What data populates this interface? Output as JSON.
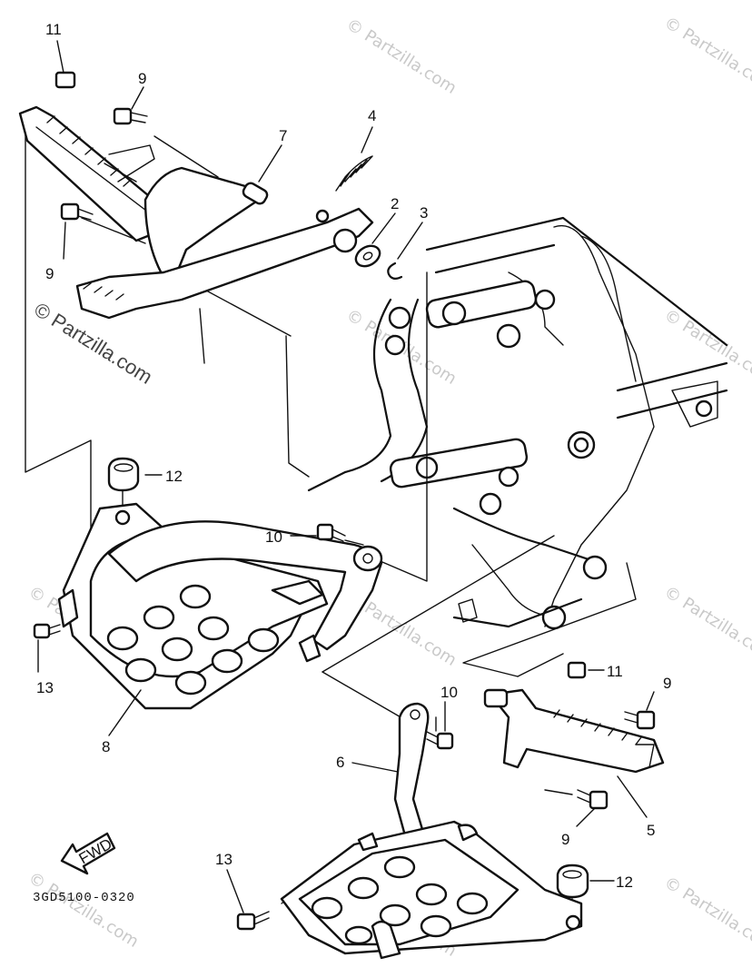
{
  "watermarks": {
    "main": "© Partzilla.com",
    "faint": "© Partzilla.com"
  },
  "diagram_code": "3GD5100-0320",
  "fwd_label": "FWD",
  "callouts": {
    "c11_top": "11",
    "c9_top": "9",
    "c7": "7",
    "c4": "4",
    "c2": "2",
    "c3": "3",
    "c9_left": "9",
    "c12_top": "12",
    "c10_mid": "10",
    "c13_left": "13",
    "c8": "8",
    "c11_right": "11",
    "c9_right": "9",
    "c10_low": "10",
    "c6": "6",
    "c5": "5",
    "c9_bottom": "9",
    "c13_bottom": "13",
    "c12_bottom": "12"
  }
}
